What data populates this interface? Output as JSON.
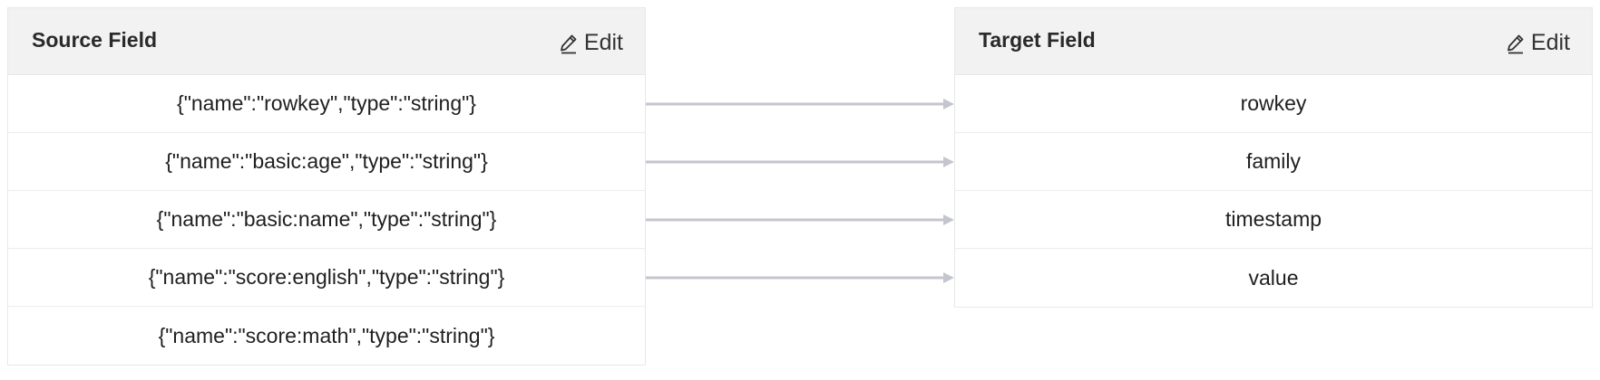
{
  "source": {
    "title": "Source Field",
    "edit_label": "Edit",
    "rows": [
      "{\"name\":\"rowkey\",\"type\":\"string\"}",
      "{\"name\":\"basic:age\",\"type\":\"string\"}",
      "{\"name\":\"basic:name\",\"type\":\"string\"}",
      "{\"name\":\"score:english\",\"type\":\"string\"}",
      "{\"name\":\"score:math\",\"type\":\"string\"}"
    ]
  },
  "target": {
    "title": "Target Field",
    "edit_label": "Edit",
    "rows": [
      "rowkey",
      "family",
      "timestamp",
      "value"
    ]
  },
  "mappings": [
    [
      0,
      0
    ],
    [
      1,
      1
    ],
    [
      2,
      2
    ],
    [
      3,
      3
    ]
  ],
  "colors": {
    "header_bg": "#f2f2f2",
    "border": "#e8e8e8",
    "connector": "#c4c6cf"
  }
}
